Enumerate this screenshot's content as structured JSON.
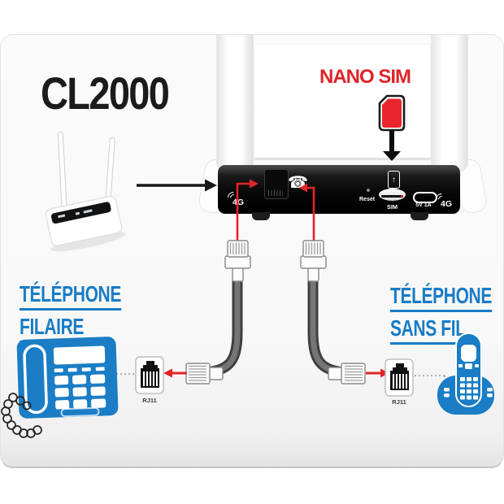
{
  "header": {
    "model": "CL2000"
  },
  "sim": {
    "label": "NANO SIM"
  },
  "panel": {
    "phone_icon_glyph": "☎",
    "sim_icon_glyph": "↑",
    "reset_label": "Reset",
    "sim_label": "SIM",
    "power_label": "5V 1A",
    "signal_left": "4G",
    "signal_right": "4G"
  },
  "wired_phone": {
    "title_line1": "TÉLÉPHONE",
    "title_line2": "FILAIRE",
    "jack_label": "RJ11"
  },
  "cordless_phone": {
    "title_line1": "TÉLÉPHONE",
    "title_line2": "SANS FIL",
    "jack_label": "RJ11"
  },
  "colors": {
    "accent_red": "#e22428",
    "accent_blue": "#187cc6",
    "phone_blue": "#1a7dc5",
    "sim_red": "#e8252c",
    "panel_black": "#0a0a0a"
  }
}
